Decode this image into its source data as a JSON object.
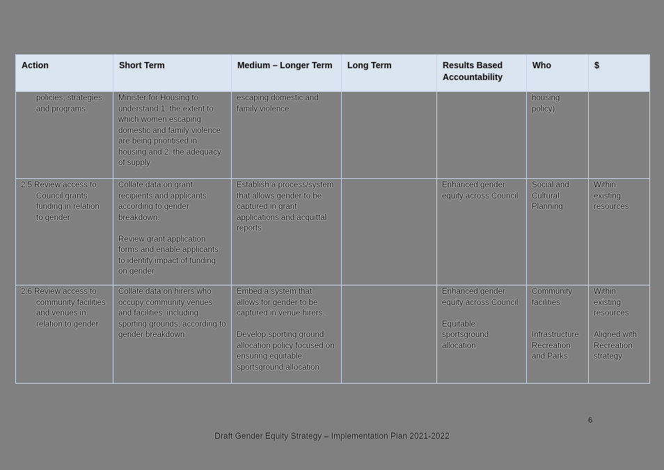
{
  "document": {
    "footer_title": "Draft Gender Equity Strategy – Implementation Plan 2021-2022",
    "page_number": "6"
  },
  "colors": {
    "page_background": "#808080",
    "header_background": "#dbe5f1",
    "cell_border": "#c9d6e6",
    "dollar_divider": "#000000"
  },
  "table": {
    "headers": [
      "Action",
      "Short Term",
      "Medium – Longer Term",
      "Long Term",
      "Results Based Accountability",
      "Who",
      "$"
    ],
    "rows": [
      {
        "action": [
          "policies, strategies and programs"
        ],
        "short_term": [
          "Minister for Housing to understand 1. the extent to which women escaping domestic and family violence are being prioritised in housing and 2. the adequacy of supply"
        ],
        "medium_longer_term": [
          "escaping domestic and family violence"
        ],
        "long_term": [],
        "results_based_accountability": [],
        "who": [
          "housing policy)"
        ],
        "dollar": []
      },
      {
        "action": [
          "2.5 Review access to Council grants funding in relation to gender"
        ],
        "short_term": [
          "Collate data on grant recipients and applicants according to gender breakdown.",
          "",
          "Review grant application forms and enable applicants to identify impact of funding on gender"
        ],
        "medium_longer_term": [
          "Establish a process/system that allows gender to be captured in grant applications and acquittal reports"
        ],
        "long_term": [],
        "results_based_accountability": [
          "Enhanced gender equity across Council"
        ],
        "who": [
          "Social and Cultural Planning"
        ],
        "dollar": [
          "Within existing resources"
        ]
      },
      {
        "action": [
          "2.6 Review access to community facilities and venues in relation to gender"
        ],
        "short_term": [
          "Collate data on hirers who occupy community venues and facilities, including sporting grounds, according to gender breakdown"
        ],
        "medium_longer_term": [
          "Embed a system that allows for gender to be captured in venue hirers.",
          "",
          "Develop sporting ground allocation policy focused on ensuring equitable sportsground allocation"
        ],
        "long_term": [],
        "results_based_accountability": [
          "Enhanced gender equity across Council",
          "",
          "Equitable sportsground allocation"
        ],
        "who": [
          "Community facilities",
          "",
          "",
          "Infrastructure Recreation and Parks"
        ],
        "dollar": [
          "Within existing resources",
          "",
          "Aligned with Recreation strategy"
        ]
      }
    ]
  }
}
